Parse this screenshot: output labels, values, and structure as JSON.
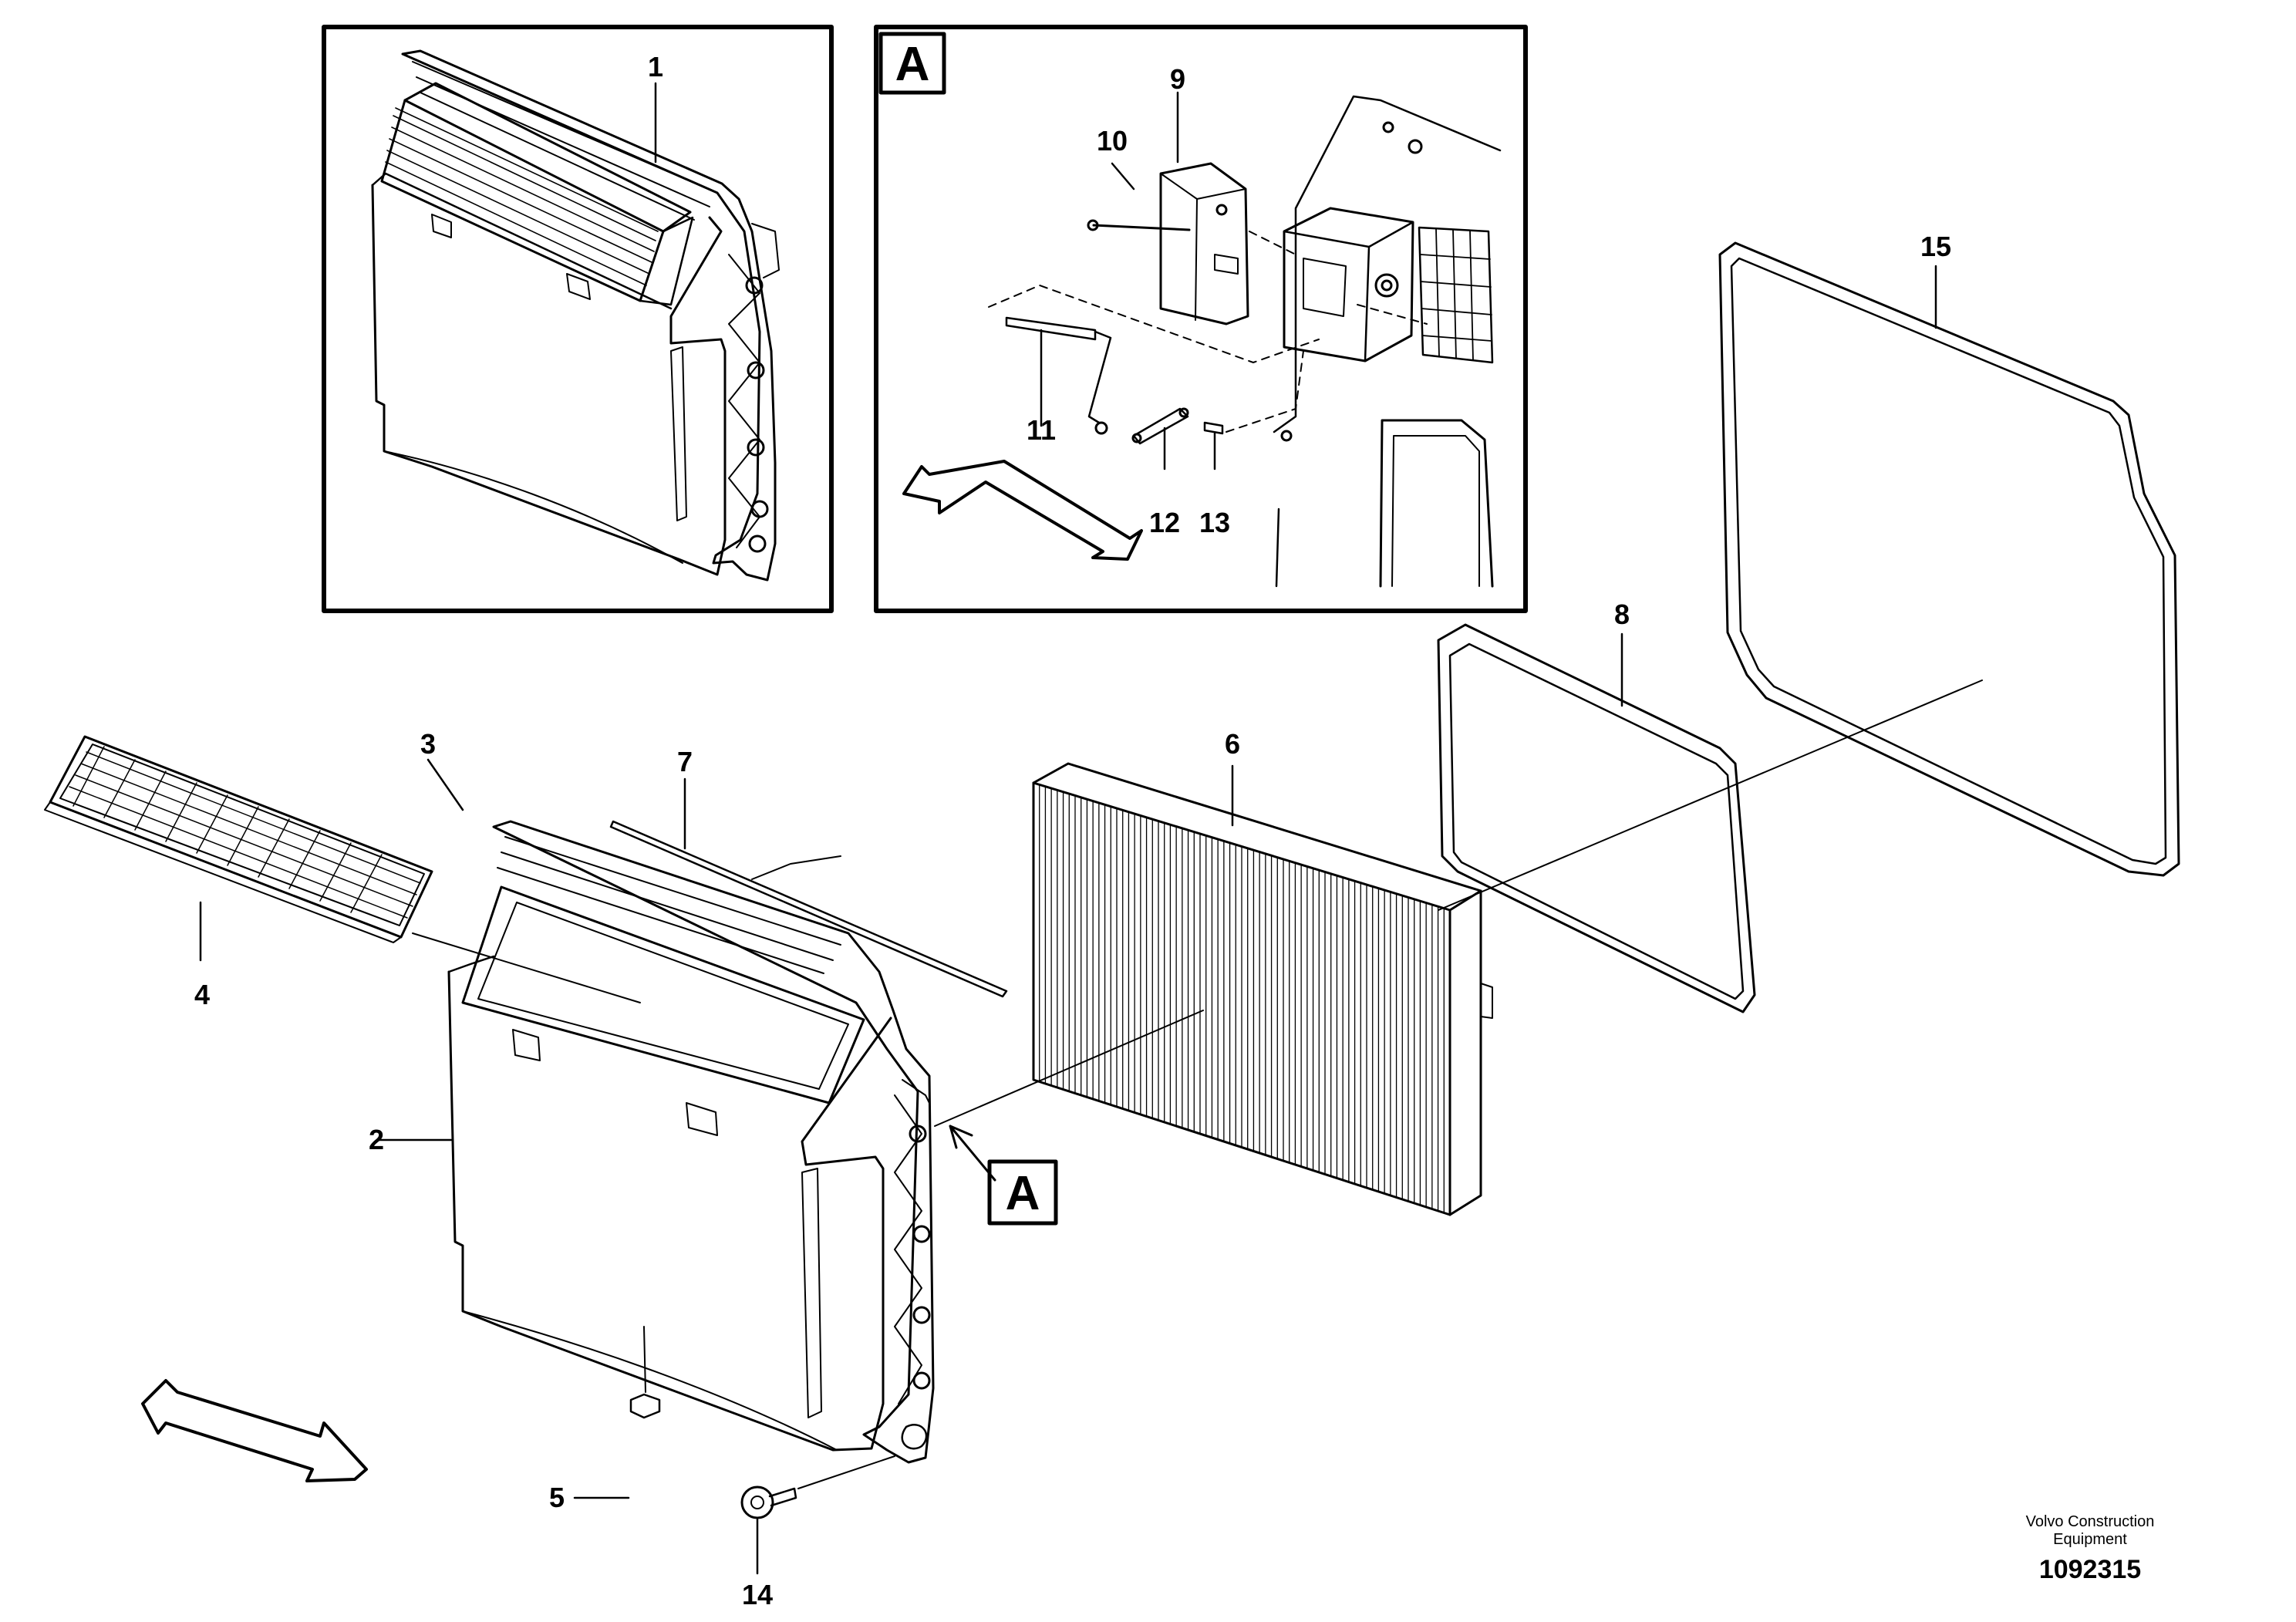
{
  "callouts": {
    "c1": "1",
    "c2": "2",
    "c3": "3",
    "c4": "4",
    "c5": "5",
    "c6": "6",
    "c7": "7",
    "c8": "8",
    "c9": "9",
    "c10": "10",
    "c11": "11",
    "c12": "12",
    "c13": "13",
    "c14": "14",
    "c15": "15"
  },
  "detail_ref": "A",
  "footer": {
    "brand_line1": "Volvo Construction",
    "brand_line2": "Equipment",
    "document_number": "1092315"
  }
}
